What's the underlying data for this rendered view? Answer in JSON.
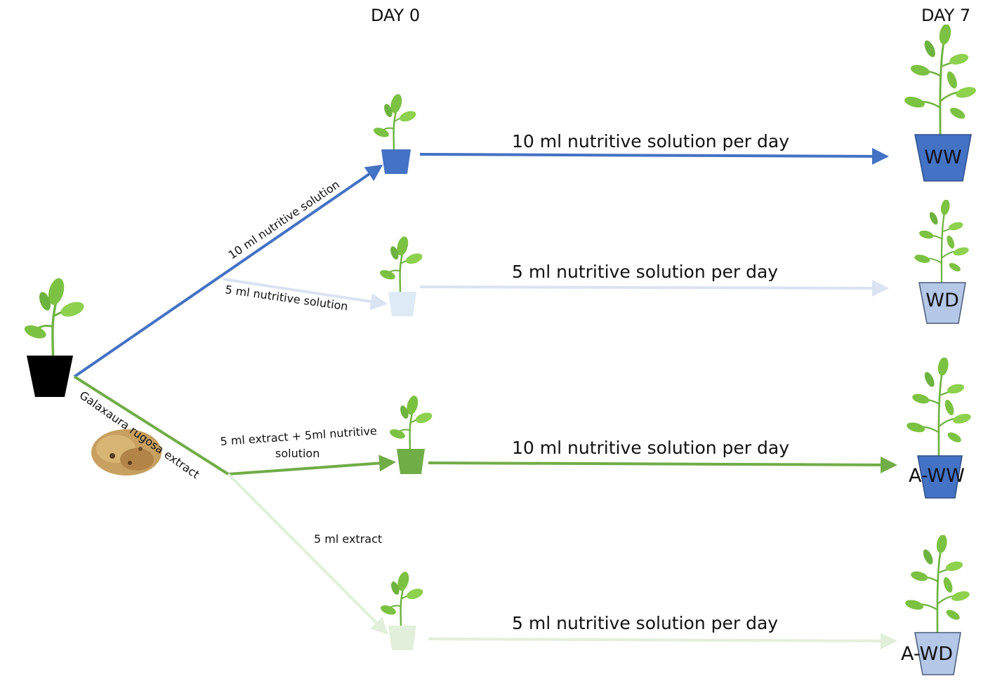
{
  "headers": {
    "day0": "DAY 0",
    "day7": "DAY 7"
  },
  "branch_labels": {
    "blue": "10 ml nutritive solution",
    "light_blue": "5 ml nutritive solution",
    "extract": "Galaxaura rugosa extract",
    "green_line1": "5 ml extract + 5ml nutritive",
    "green_line2": "solution",
    "light_green": "5 ml extract"
  },
  "daily_labels": {
    "ww": "10 ml nutritive solution per day",
    "wd": "5 ml nutritive solution per day",
    "aww": "10 ml nutritive solution per day",
    "awd": "5 ml nutritive solution per day"
  },
  "groups": {
    "ww": "WW",
    "wd": "WD",
    "aww": "A-WW",
    "awd": "A-WD"
  },
  "colors": {
    "blue": "#4472C4",
    "light_blue_line": "#DAE3F3",
    "light_blue_pot": "#B4C7E7",
    "pale_blue_pot": "#DEEBF7",
    "green": "#70AD47",
    "light_green": "#E2EFDA",
    "black": "#000000",
    "leaf": "#7CC242"
  }
}
